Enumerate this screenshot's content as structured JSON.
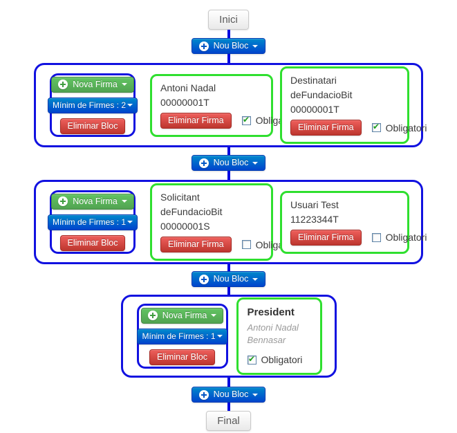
{
  "flow": {
    "start": {
      "label": "Inici"
    },
    "end": {
      "label": "Final"
    },
    "nou_bloc": {
      "label": "Nou Bloc",
      "icon": "plus-circle-icon",
      "color": "#0066cc"
    },
    "blocks": [
      {
        "controls": {
          "nova_firma": "Nova Firma",
          "minim": "Mínim de Firmes : 2",
          "eliminar_bloc": "Eliminar Bloc"
        },
        "signatures": [
          {
            "name": "Antoni Nadal",
            "id": "00000001T",
            "eliminar": "Eliminar Firma",
            "obligatori": "Obligatori",
            "checked": true
          },
          {
            "name": "Destinatari deFundacioBit",
            "id": "00000001T",
            "eliminar": "Eliminar Firma",
            "obligatori": "Obligatori",
            "checked": true
          }
        ]
      },
      {
        "controls": {
          "nova_firma": "Nova Firma",
          "minim": "Mínim de Firmes : 1",
          "eliminar_bloc": "Eliminar Bloc"
        },
        "signatures": [
          {
            "name": "Solicitant deFundacioBit",
            "id": "00000001S",
            "eliminar": "Eliminar Firma",
            "obligatori": "Obligatori",
            "checked": false
          },
          {
            "name": "Usuari Test",
            "id": "11223344T",
            "eliminar": "Eliminar Firma",
            "obligatori": "Obligatori",
            "checked": false
          }
        ]
      },
      {
        "controls": {
          "nova_firma": "Nova Firma",
          "minim": "Mínim de Firmes : 1",
          "eliminar_bloc": "Eliminar Bloc"
        },
        "signatures": [
          {
            "name": "President",
            "subtitle": "Antoni Nadal Bennasar",
            "obligatori": "Obligatori",
            "checked": true
          }
        ]
      }
    ],
    "colors": {
      "connector_blue": "#0009e0",
      "block_border_blue": "#1111e0",
      "card_border_green": "#2fdf2f",
      "button_primary_blue": "#0066cc",
      "button_success_green": "#5bb75b",
      "button_danger_red": "#da4f49"
    }
  }
}
